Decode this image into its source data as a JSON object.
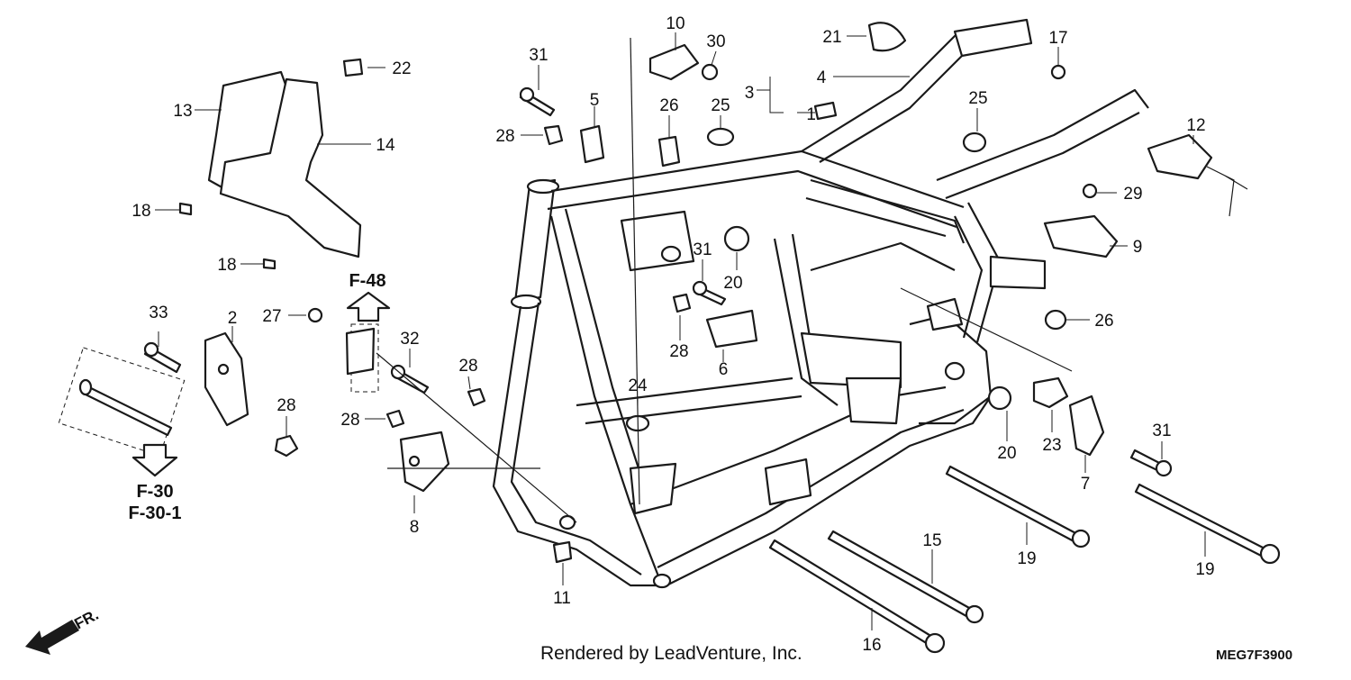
{
  "callouts": {
    "c1": "1",
    "c2": "2",
    "c3": "3",
    "c4": "4",
    "c5": "5",
    "c6": "6",
    "c7": "7",
    "c8": "8",
    "c9": "9",
    "c10": "10",
    "c11": "11",
    "c12": "12",
    "c13": "13",
    "c14": "14",
    "c15": "15",
    "c16": "16",
    "c17": "17",
    "c18a": "18",
    "c18b": "18",
    "c19a": "19",
    "c19b": "19",
    "c20a": "20",
    "c20b": "20",
    "c21": "21",
    "c22": "22",
    "c23": "23",
    "c24": "24",
    "c25a": "25",
    "c25b": "25",
    "c26a": "26",
    "c26b": "26",
    "c27": "27",
    "c28a": "28",
    "c28b": "28",
    "c28c": "28",
    "c28d": "28",
    "c28e": "28",
    "c29": "29",
    "c30": "30",
    "c31a": "31",
    "c31b": "31",
    "c31c": "31",
    "c32": "32",
    "c33": "33"
  },
  "references": {
    "f48": "F-48",
    "f30": "F-30",
    "f301": "F-30-1",
    "front": "FR."
  },
  "footer": {
    "credit": "Rendered by LeadVenture, Inc.",
    "code": "MEG7F3900"
  }
}
